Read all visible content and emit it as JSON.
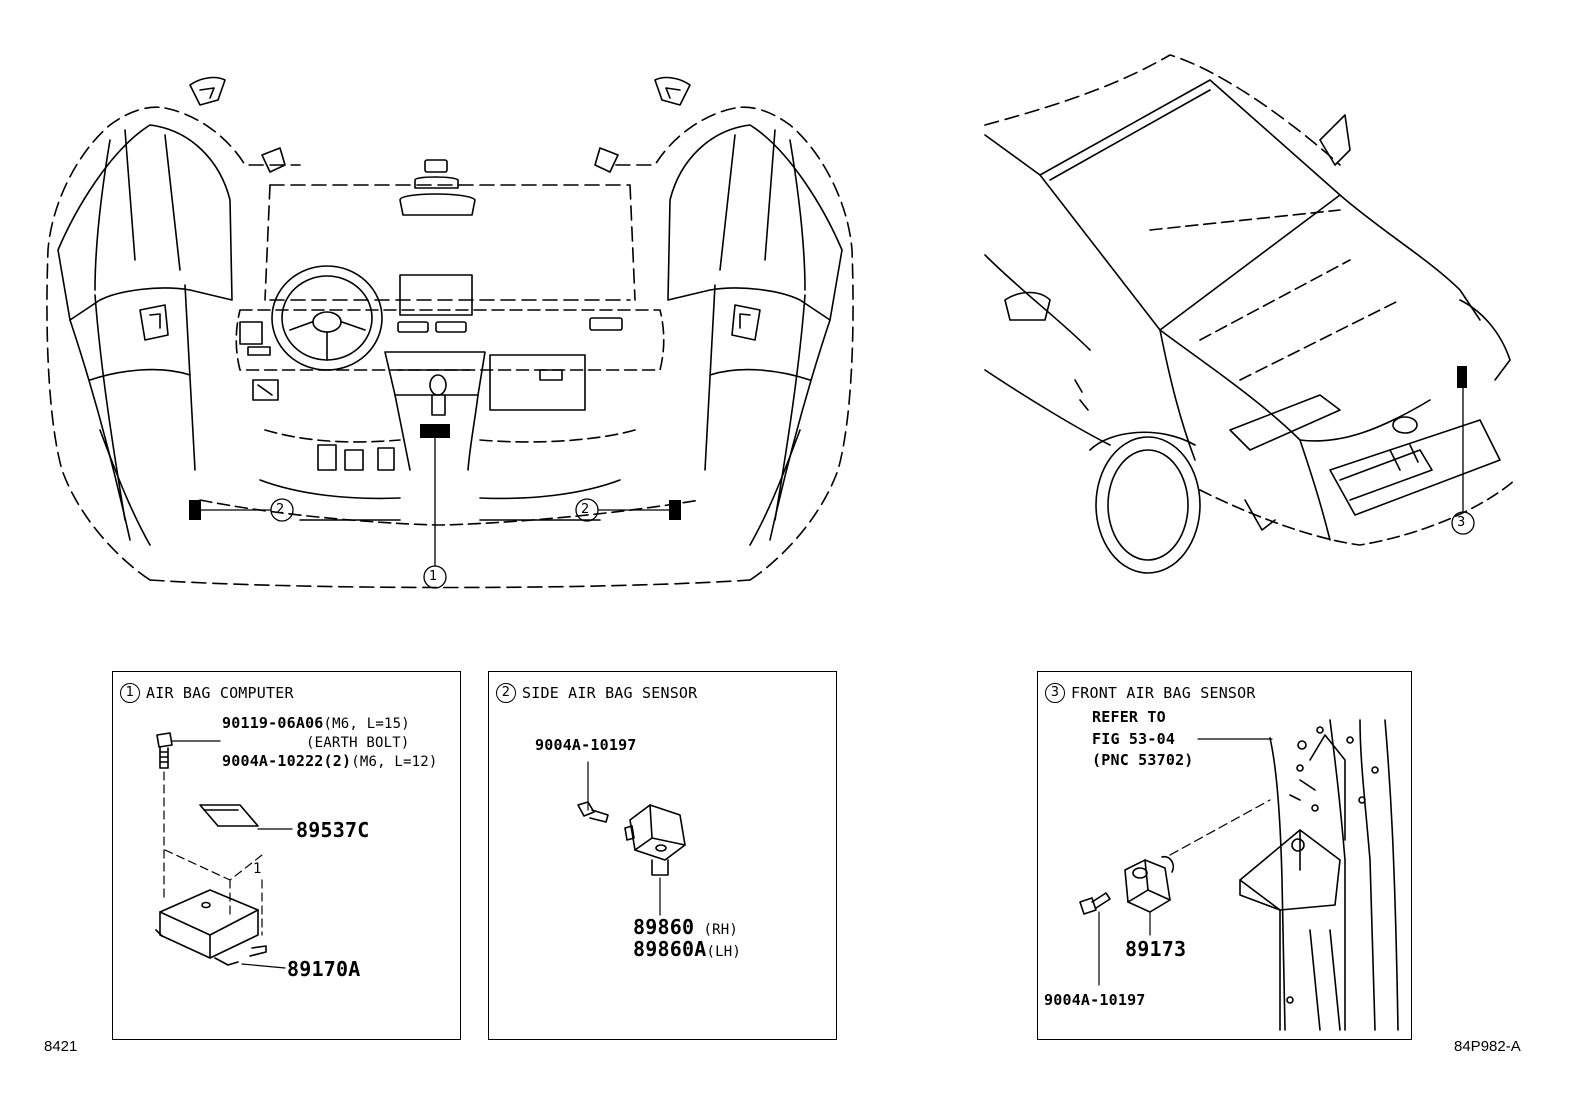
{
  "callouts": {
    "c1": "1",
    "c2_left": "2",
    "c2_right": "2",
    "c3": "3"
  },
  "panel1": {
    "num": "1",
    "title": "AIR BAG COMPUTER",
    "bolt_pn": "90119-06A06",
    "bolt_spec": "(M6, L=15)",
    "bolt_note": "(EARTH BOLT)",
    "bolt2_pn": "9004A-10222",
    "bolt2_qty": "(2)",
    "bolt2_spec": "(M6, L=12)",
    "label_pn": "89537C",
    "computer_pn": "89170A",
    "dim_mark": "1"
  },
  "panel2": {
    "num": "2",
    "title": "SIDE AIR BAG SENSOR",
    "bolt_pn": "9004A-10197",
    "sensor_rh_pn": "89860",
    "sensor_rh_side": "(RH)",
    "sensor_lh_pn": "89860A",
    "sensor_lh_side": "(LH)"
  },
  "panel3": {
    "num": "3",
    "title": "FRONT AIR BAG SENSOR",
    "refer_line1": "REFER TO",
    "refer_line2": "FIG 53-04",
    "refer_line3": "(PNC 53702)",
    "sensor_pn": "89173",
    "bolt_pn": "9004A-10197"
  },
  "footer": {
    "left_code": "8421",
    "right_code": "84P982-A"
  }
}
